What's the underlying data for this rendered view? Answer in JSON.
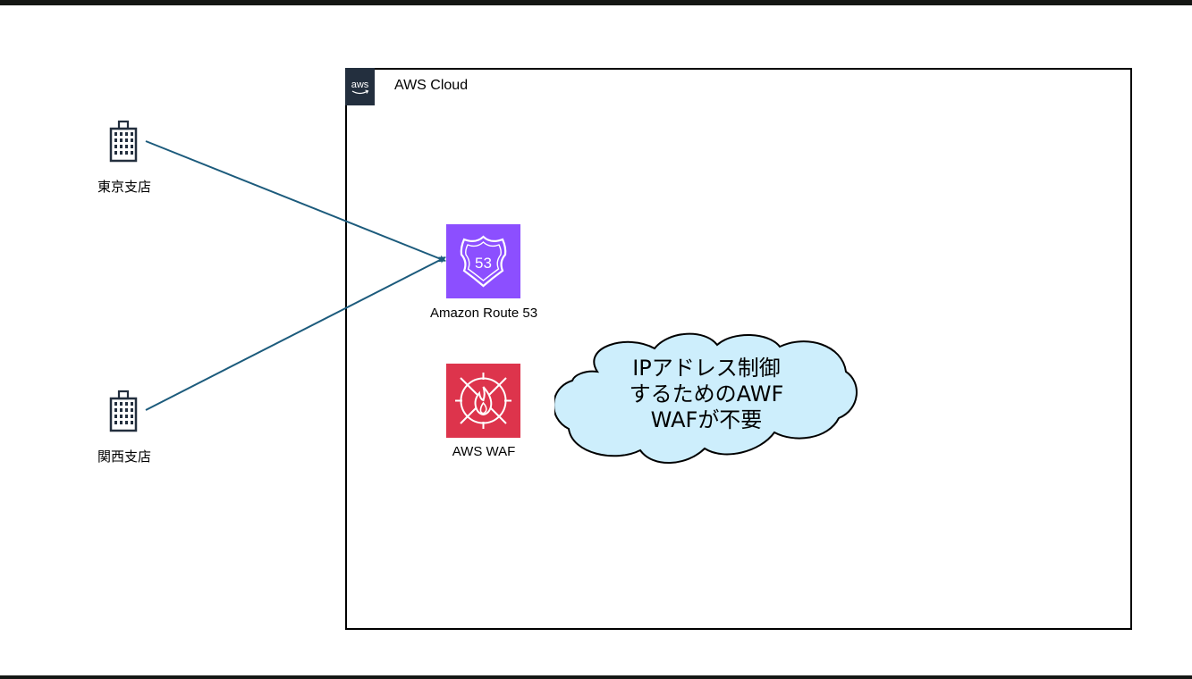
{
  "diagram": {
    "group": {
      "title": "AWS Cloud",
      "logo_text": "aws"
    },
    "nodes": {
      "tokyo": {
        "label": "東京支店",
        "icon": "office-building-icon"
      },
      "kansai": {
        "label": "関西支店",
        "icon": "office-building-icon"
      },
      "route53": {
        "label": "Amazon Route 53",
        "icon": "route53-shield-icon",
        "badge_text": "53",
        "color": "#8c4fff"
      },
      "waf": {
        "label": "AWS WAF",
        "icon": "waf-firewall-icon",
        "color": "#dd344c"
      }
    },
    "edges": [
      {
        "from": "東京支店",
        "to": "Amazon Route 53"
      },
      {
        "from": "関西支店",
        "to": "Amazon Route 53"
      }
    ],
    "note": {
      "lines": [
        "IPアドレス制御",
        "するためのAWF",
        "WAFが不要"
      ],
      "fill": "#cdeefc"
    },
    "colors": {
      "edge": "#1c5b7c",
      "frame": "#151714"
    }
  }
}
